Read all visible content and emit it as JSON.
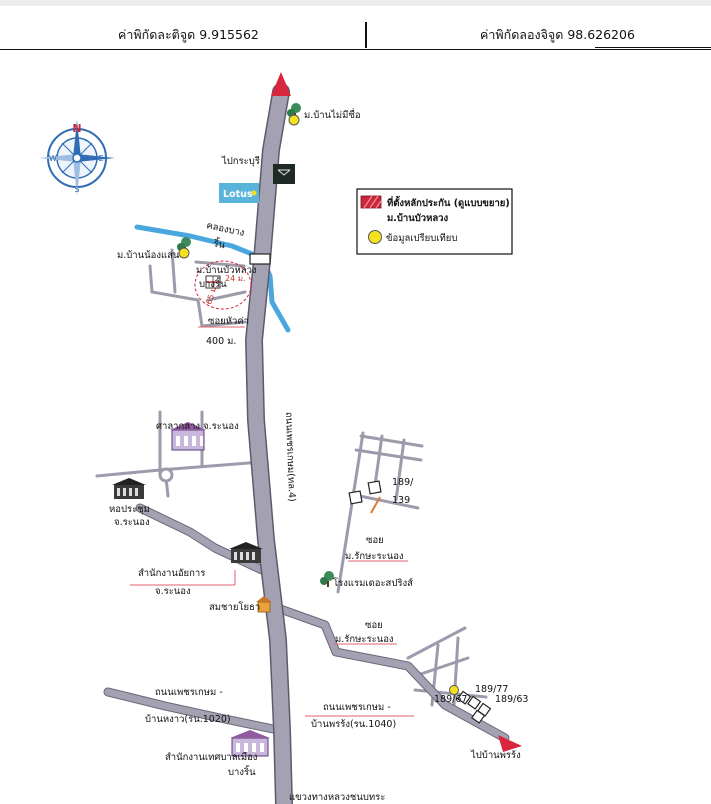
{
  "header": {
    "latitude": "ค่าพิกัดละติจูด 9.915562",
    "longitude": "ค่าพิกัดลองจิจูด 98.626206"
  },
  "legend": {
    "subject_line1": "ที่ตั้งหลักประกัน (ดูแบบขยาย)",
    "subject_line2": "ม.บ้านบัวหลวง",
    "comparable": "ข้อมูลเปรียบเทียบ"
  },
  "compass": {
    "n": "N",
    "s": "S",
    "e": "E",
    "w": "W"
  },
  "labels": {
    "ban_mai_mee_sue": "ม.บ้านไม่มีซื่อ",
    "to_kraburi": "ไปกระบุรี",
    "lotus": "Lotus",
    "khlong_line1": "คลองบาง",
    "khlong_line2": "ริ้น",
    "ban_nong_san": "ม.บ้านน้องแสน",
    "bua_luang_line1": "ม.บ้านบัวหลวง",
    "bua_luang_line2": "บางริ้น",
    "dist_24": "24 ม.",
    "dist_65": "65 ม.",
    "soi_hua_kha": "ซอยหัวค่า",
    "dist_400": "400 ม.",
    "highway": "ถนนเพชรเกษม(ทล.4)",
    "city_hall": "ศาลากลาง จ.ระนอง",
    "hall_line1": "หอประชุม",
    "hall_line2": "จ.ระนอง",
    "prosecutor_line1": "สำนักงานอัยการ",
    "prosecutor_line2": "จ.ระนอง",
    "somchai": "สมชายโยธา",
    "p189_1": "189/",
    "p139": "139",
    "soi_raksa1_line1": "ซอย",
    "soi_raksa1_line2": "ม.รักษะระนอง",
    "hotel": "โรงแรมเดอะสปริงส์",
    "soi_raksa2_line1": "ซอย",
    "soi_raksa2_line2": "ม.รักษะระนอง",
    "p189_77": "189/77",
    "p189_63": "189/63",
    "p189_6x": "189/67",
    "road1040_line1": "ถนนเพชรเกษม -",
    "road1040_line2": "บ้านพรร้ง(รน.1040)",
    "to_ban_phrang": "ไปบ้านพรร้ง",
    "road1020_line1": "ถนนเพชรเกษม -",
    "road1020_line2": "บ้านหงาว(รน.1020)",
    "municipal_line1": "สำนักงานเทศบาลเมือง",
    "municipal_line2": "บางริ้น",
    "district": "แขวงทางหลวงชนบทระ"
  },
  "colors": {
    "road": "#a4a2b2",
    "road_edge": "#6b6978",
    "main_road": "#8e8c9e",
    "canal": "#4aa7de",
    "subject": "#c8283c",
    "comparable": "#f5e020",
    "arrow": "#d7263d",
    "lotus": "#59b4d9",
    "compass_blue": "#2f6db5"
  },
  "icons": [
    "compass-rose-icon",
    "tree-icon",
    "building-icon",
    "store-icon",
    "location-pin-icon",
    "direction-arrow-icon"
  ]
}
